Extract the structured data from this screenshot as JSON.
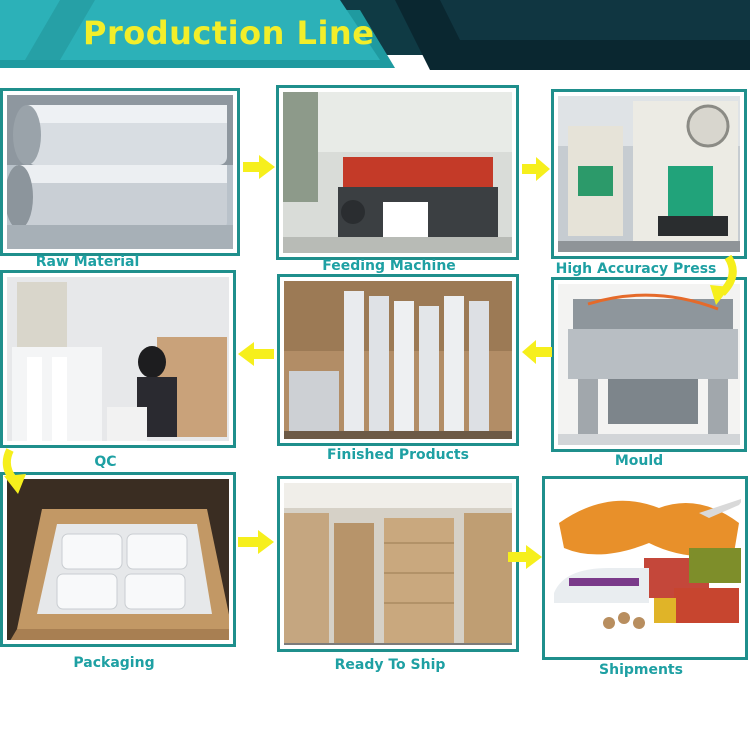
{
  "banner": {
    "title": "Production Line"
  },
  "steps": [
    {
      "label": "Raw Material"
    },
    {
      "label": "Feeding Machine"
    },
    {
      "label": "High Accuracy Press"
    },
    {
      "label": "Mould"
    },
    {
      "label": "Finished  Products"
    },
    {
      "label": "QC"
    },
    {
      "label": "Packaging"
    },
    {
      "label": "Ready To Ship"
    },
    {
      "label": "Shipments"
    }
  ],
  "colors": {
    "teal": "#1f8f8c",
    "label": "#1ea0a3",
    "arrow": "#f6ef1c",
    "banner_text": "#f2ee2a"
  }
}
